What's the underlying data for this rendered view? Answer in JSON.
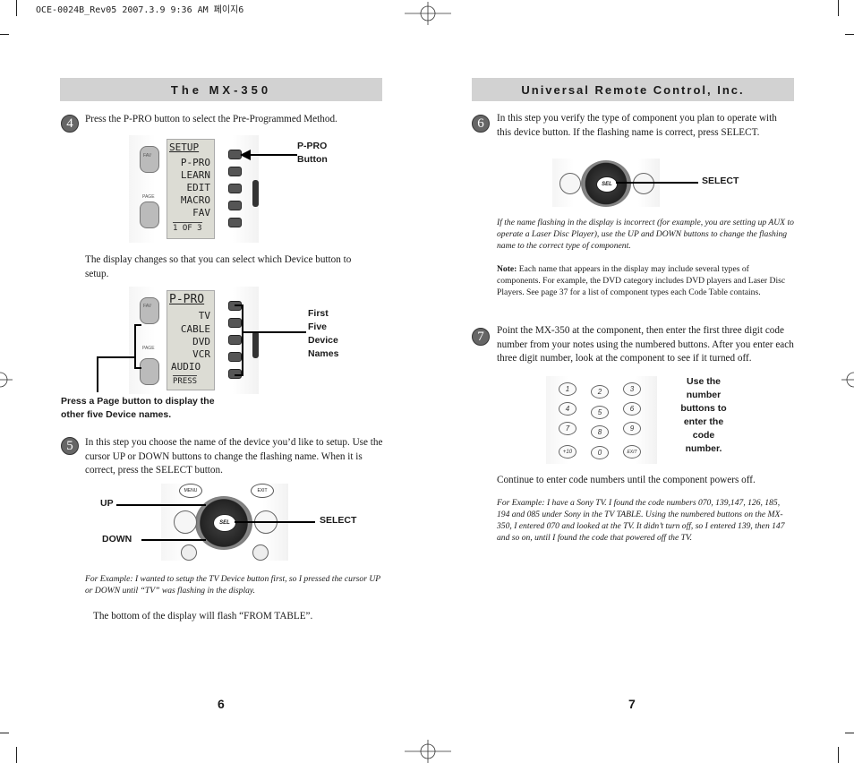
{
  "slug": "OCE-0024B_Rev05  2007.3.9 9:36 AM  페이지6",
  "left": {
    "header": "The MX-350",
    "step4": {
      "number": "4",
      "text": "Press the P-PRO button to select the Pre-Programmed Method.",
      "callout": [
        "P-PRO",
        "Button"
      ],
      "lcd1": [
        "SETUP",
        "P-PRO",
        "LEARN",
        "EDIT",
        "MACRO",
        "FAV",
        "1 OF 3"
      ],
      "after": "The display changes so that you can select which Device button to setup.",
      "lcd2": [
        "P-PRO",
        "TV",
        "CABLE",
        "DVD",
        "VCR",
        "AUDIO",
        "PRESS"
      ],
      "callout2": [
        "First",
        "Five",
        "Device",
        "Names"
      ],
      "page_note": "Press a Page button to display the other five Device names.",
      "keys": {
        "fav": "FAV",
        "page": "PAGE"
      }
    },
    "step5": {
      "number": "5",
      "text": "In this step you choose the name of the device you’d like to setup. Use the cursor UP or DOWN buttons to change the flashing name. When it is correct, press the SELECT button.",
      "labels": {
        "up": "UP",
        "down": "DOWN",
        "select": "SELECT"
      },
      "keys": {
        "menu": "MENU",
        "exit": "EXIT",
        "sel": "SEL"
      },
      "example": "For Example: I wanted to setup the TV Device button first, so I pressed the cursor UP or DOWN until “TV” was flashing in the display.",
      "bottom": "The bottom of the display will flash “FROM TABLE”."
    },
    "page_number": "6"
  },
  "right": {
    "header": "Universal Remote Control, Inc.",
    "step6": {
      "number": "6",
      "text": "In this step you verify the type of component you plan to operate with this device button. If the flashing name is correct, press SELECT.",
      "select_label": "SELECT",
      "italic_note": "If the name flashing in the display is incorrect (for example, you are setting up AUX to operate a Laser Disc Player), use the UP and DOWN buttons to change the flashing name to the correct type of component.",
      "note_label": "Note:",
      "note_text": " Each name that appears in the display may include several types of components. For example, the DVD category includes DVD players and Laser Disc Players.  See page 37 for a list of component types each Code Table contains."
    },
    "step7": {
      "number": "7",
      "text": "Point the MX-350 at the component, then enter the first three digit code number from your notes using the numbered buttons. After you enter each three digit number, look at the component to see if it turned off.",
      "callout": [
        "Use the",
        "number",
        "buttons to",
        "enter the",
        "code",
        "number."
      ],
      "keys": [
        "1",
        "2",
        "3",
        "4",
        "5",
        "6",
        "7",
        "8",
        "9",
        "+10",
        "0",
        "EXIT"
      ],
      "continue": "Continue to enter code numbers until the component powers off.",
      "example": "For Example: I have a Sony TV. I found the code numbers 070, 139,147, 126, 185, 194 and 085 under Sony in the TV TABLE. Using the numbered buttons on the MX-350, I entered  070 and looked at the TV. It didn’t turn off, so I entered 139, then 147 and so on, until I found the code that powered off the TV."
    },
    "page_number": "7"
  }
}
